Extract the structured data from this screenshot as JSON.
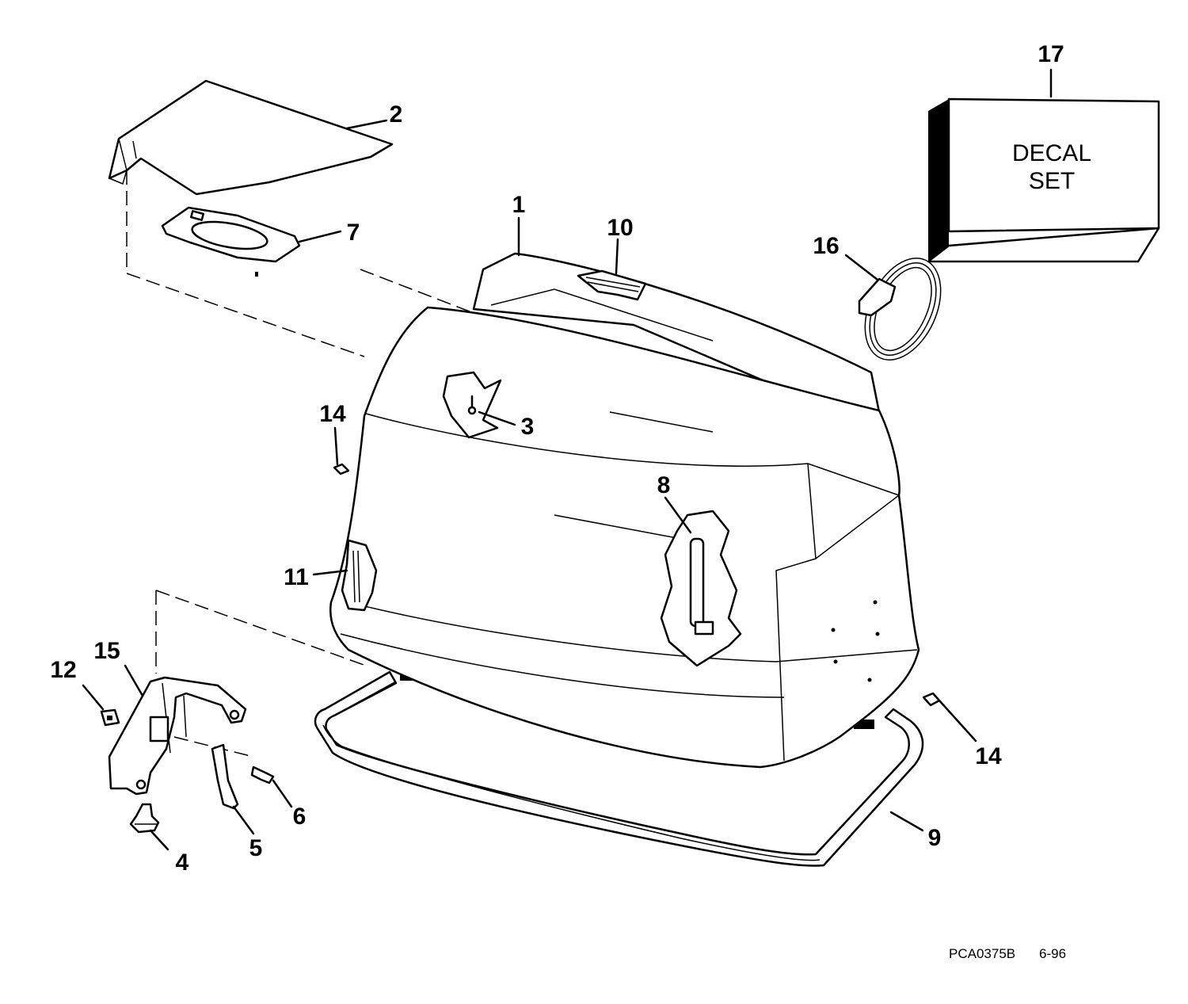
{
  "diagram": {
    "callouts": [
      {
        "id": "1",
        "label": "1"
      },
      {
        "id": "2",
        "label": "2"
      },
      {
        "id": "3",
        "label": "3"
      },
      {
        "id": "4",
        "label": "4"
      },
      {
        "id": "5",
        "label": "5"
      },
      {
        "id": "6",
        "label": "6"
      },
      {
        "id": "7",
        "label": "7"
      },
      {
        "id": "8",
        "label": "8"
      },
      {
        "id": "9",
        "label": "9"
      },
      {
        "id": "10",
        "label": "10"
      },
      {
        "id": "11",
        "label": "11"
      },
      {
        "id": "12",
        "label": "12"
      },
      {
        "id": "14a",
        "label": "14"
      },
      {
        "id": "14b",
        "label": "14"
      },
      {
        "id": "15",
        "label": "15"
      },
      {
        "id": "16",
        "label": "16"
      },
      {
        "id": "17",
        "label": "17"
      }
    ],
    "decal_box": {
      "line1": "DECAL",
      "line2": "SET"
    },
    "footer": {
      "code": "PCA0375B",
      "date": "6-96"
    }
  }
}
